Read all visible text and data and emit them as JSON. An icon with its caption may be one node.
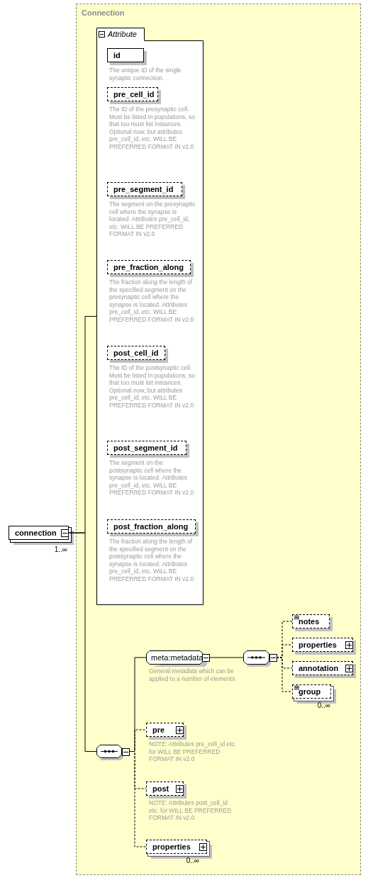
{
  "diagram": {
    "nodes": [
      {
        "text": [
          "Connection"
        ]
      },
      {
        "text": [
          "connection"
        ],
        "beside": [
          "1..∞"
        ]
      },
      {
        "text": [
          "Attribute"
        ],
        "in": 0
      },
      {
        "text": [
          "id"
        ],
        "beside": [
          "The unique ID of the single synaptic connection."
        ],
        "in": 2
      },
      {
        "text": [
          "pre_cell_id"
        ],
        "beside": [
          "The ID of the presynaptic cell. Must be listed in populations, so that too must list instances. Optional now, but attributes pre_cell_id, etc. WILL BE PREFERRED FORMAT IN v2.0"
        ],
        "in": 2
      },
      {
        "text": [
          "pre_segment_id"
        ],
        "beside": [
          "The segment on the presynaptic cell where the synapse is located. Attributes pre_cell_id, etc. WILL BE PREFERRED FORMAT IN v2.0"
        ],
        "in": 2
      },
      {
        "text": [
          "pre_fraction_along"
        ],
        "beside": [
          "The fraction along the length of the specified segment on the presynaptic cell where the synapse is located. Attributes pre_cell_id, etc. WILL BE PREFERRED FORMAT IN v2.0"
        ],
        "in": 2
      },
      {
        "text": [
          "post_cell_id"
        ],
        "beside": [
          "The ID of the postsynaptic cell. Must be listed in populations, so that too must list instances. Optional now, but attributes pre_cell_id, etc. WILL BE PREFERRED FORMAT IN v2.0"
        ],
        "in": 2
      },
      {
        "text": [
          "post_segment_id"
        ],
        "beside": [
          "The segment on the postsynaptic cell where the synapse is located. Attributes pre_cell_id, etc. WILL BE PREFERRED FORMAT IN v2.0"
        ],
        "in": 2
      },
      {
        "text": [
          "post_fraction_along"
        ],
        "beside": [
          "The fraction along the length of the specified segment on the postsynaptic cell where the synapse is located. Attributes pre_cell_id, etc. WILL BE PREFERRED FORMAT IN v2.0"
        ],
        "in": 2
      },
      {
        "text": [],
        "shape": "octagon",
        "in": 0
      },
      {
        "text": [
          "meta:metadata"
        ],
        "beside": [
          "General metadata which can be applied to a number of elements"
        ],
        "in": 0
      },
      {
        "text": [],
        "shape": "octagon",
        "in": 0
      },
      {
        "text": [
          "notes"
        ],
        "in": 0
      },
      {
        "text": [
          "properties"
        ],
        "in": 0
      },
      {
        "text": [
          "annotation"
        ],
        "in": 0
      },
      {
        "text": [
          "group"
        ],
        "beside": [
          "0..∞"
        ],
        "in": 0
      },
      {
        "text": [
          "pre"
        ],
        "beside": [
          "NOTE: Attributes pre_cell_id etc. for WILL BE PREFERRED FORMAT IN v2.0"
        ],
        "in": 0
      },
      {
        "text": [
          "post"
        ],
        "beside": [
          "NOTE: Attributes post_cell_id etc. for WILL BE PREFERRED FORMAT IN v2.0"
        ],
        "in": 0
      },
      {
        "text": [
          "properties"
        ],
        "beside": [
          "0..∞"
        ],
        "in": 0
      }
    ],
    "edges": [
      {
        "from": 1,
        "to": 2,
        "arrow": "none"
      },
      {
        "from": 1,
        "to": 10,
        "arrow": "none"
      },
      {
        "from": 10,
        "to": 11,
        "arrow": "none"
      },
      {
        "from": 10,
        "to": 17,
        "arrow": "none",
        "style": "dashed"
      },
      {
        "from": 10,
        "to": 18,
        "arrow": "none",
        "style": "dashed"
      },
      {
        "from": 10,
        "to": 19,
        "arrow": "none",
        "style": "dashed"
      },
      {
        "from": 11,
        "to": 12,
        "arrow": "none"
      },
      {
        "from": 12,
        "to": 13,
        "arrow": "none",
        "style": "dashed"
      },
      {
        "from": 12,
        "to": 14,
        "arrow": "none",
        "style": "dashed"
      },
      {
        "from": 12,
        "to": 15,
        "arrow": "none",
        "style": "dashed"
      },
      {
        "from": 12,
        "to": 16,
        "arrow": "none",
        "style": "dashed"
      }
    ]
  }
}
